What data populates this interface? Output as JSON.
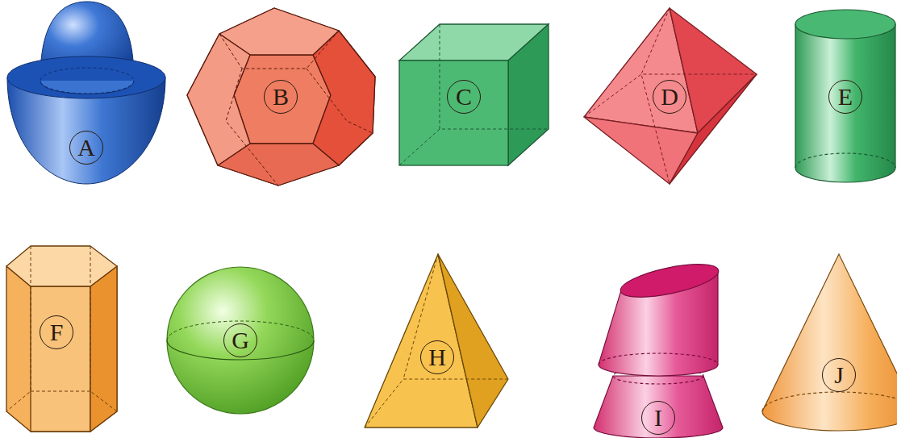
{
  "diagram": {
    "nodes": [
      {
        "text": [
          "A"
        ]
      },
      {
        "text": [
          "B"
        ]
      },
      {
        "text": [
          "C"
        ]
      },
      {
        "text": [
          "D"
        ]
      },
      {
        "text": [
          "E"
        ]
      },
      {
        "text": [
          "F"
        ]
      },
      {
        "text": [
          "G"
        ]
      },
      {
        "text": [
          "H"
        ]
      },
      {
        "text": [
          "I"
        ]
      },
      {
        "text": [
          "J"
        ]
      }
    ]
  }
}
